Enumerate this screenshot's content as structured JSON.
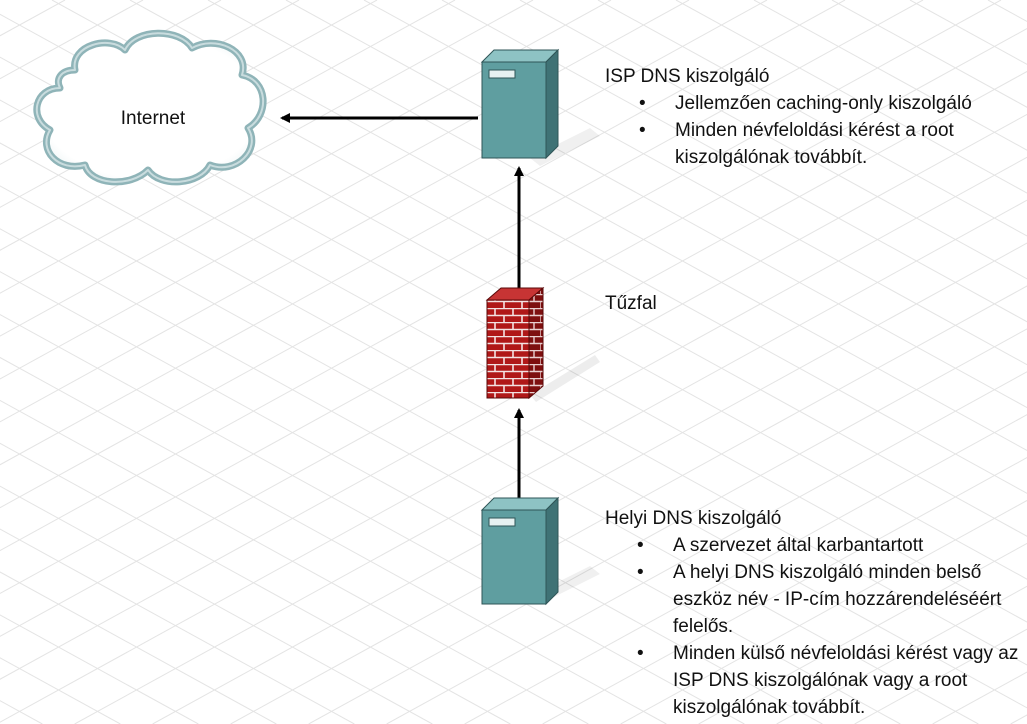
{
  "internet": {
    "label": "Internet"
  },
  "isp_dns": {
    "title": "ISP DNS kiszolgáló",
    "bullets": [
      "Jellemzően caching-only kiszolgáló",
      "Minden névfeloldási kérést a root kiszolgálónak továbbít."
    ]
  },
  "firewall": {
    "label": "Tűzfal"
  },
  "local_dns": {
    "title": "Helyi DNS kiszolgáló",
    "bullets": [
      "A szervezet által karbantartott",
      "A helyi DNS kiszolgáló minden belső eszköz név - IP-cím hozzárendeléséért felelős.",
      "Minden külső névfeloldási kérést vagy az ISP DNS kiszolgálónak vagy a root kiszolgálónak továbbít."
    ]
  },
  "colors": {
    "server_front": "#5f9ea0",
    "server_side": "#3f7275",
    "server_top": "#8ec3c4",
    "firewall_brick": "#b01818",
    "cloud_outline": "#8fb4b8",
    "arrow": "#000000"
  }
}
